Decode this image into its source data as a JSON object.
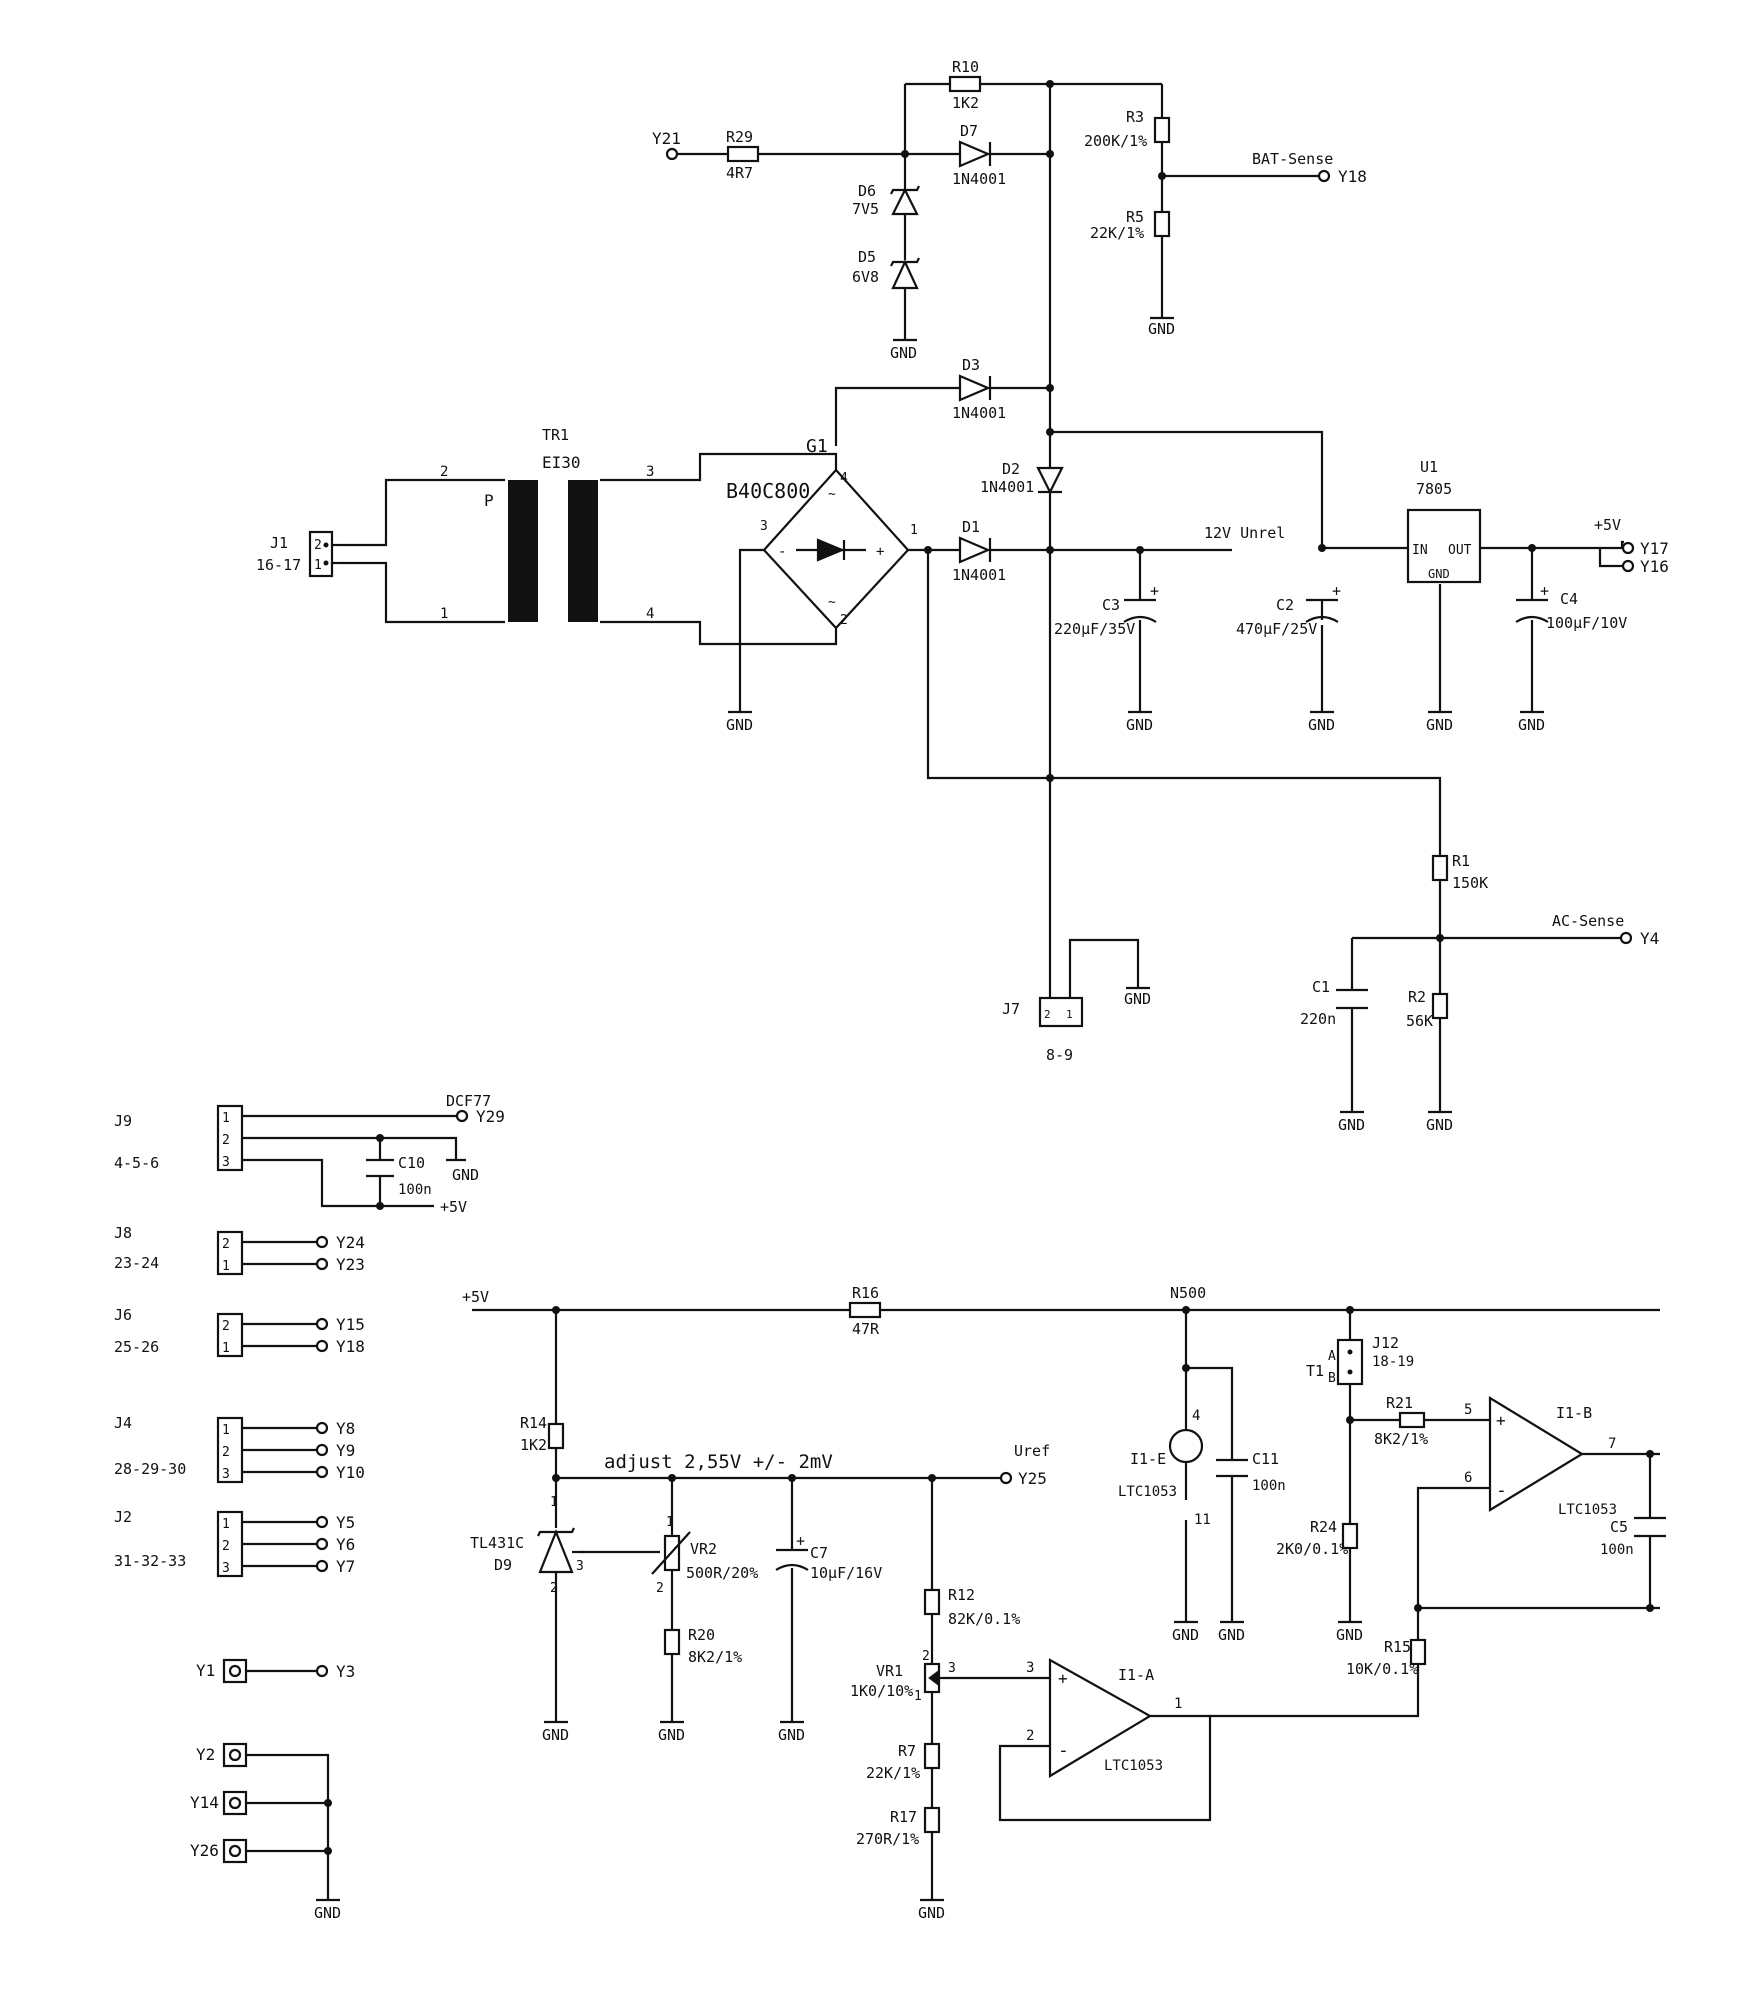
{
  "components": {
    "R10": {
      "ref": "R10",
      "value": "1K2"
    },
    "R29": {
      "ref": "R29",
      "value": "4R7"
    },
    "D7": {
      "ref": "D7",
      "value": "1N4001"
    },
    "D6": {
      "ref": "D6",
      "value": "7V5"
    },
    "D5": {
      "ref": "D5",
      "value": "6V8"
    },
    "R3": {
      "ref": "R3",
      "value": "200K/1%"
    },
    "R5": {
      "ref": "R5",
      "value": "22K/1%"
    },
    "D3": {
      "ref": "D3",
      "value": "1N4001"
    },
    "D2": {
      "ref": "D2",
      "value": "1N4001"
    },
    "D1": {
      "ref": "D1",
      "value": "1N4001"
    },
    "TR1": {
      "ref": "TR1",
      "value": "EI30"
    },
    "G1": {
      "ref": "G1",
      "value": "B40C800"
    },
    "J1": {
      "ref": "J1",
      "value": "16-17"
    },
    "C3": {
      "ref": "C3",
      "value": "220µF/35V"
    },
    "C2": {
      "ref": "C2",
      "value": "470µF/25V"
    },
    "U1": {
      "ref": "U1",
      "value": "7805",
      "in": "IN",
      "out": "OUT",
      "gnd": "GND"
    },
    "C4": {
      "ref": "C4",
      "value": "100µF/10V"
    },
    "R1": {
      "ref": "R1",
      "value": "150K"
    },
    "R2": {
      "ref": "R2",
      "value": "56K"
    },
    "C1": {
      "ref": "C1",
      "value": "220n"
    },
    "J7": {
      "ref": "J7",
      "value": "8-9"
    },
    "J9": {
      "ref": "J9",
      "value": "4-5-6"
    },
    "C10": {
      "ref": "C10",
      "value": "100n"
    },
    "J8": {
      "ref": "J8",
      "value": "23-24"
    },
    "J6": {
      "ref": "J6",
      "value": "25-26"
    },
    "J4": {
      "ref": "J4",
      "value": "28-29-30"
    },
    "J2": {
      "ref": "J2",
      "value": "31-32-33"
    },
    "R16": {
      "ref": "R16",
      "value": "47R"
    },
    "R14": {
      "ref": "R14",
      "value": "1K2"
    },
    "D9": {
      "ref": "D9",
      "value": "TL431C"
    },
    "VR2": {
      "ref": "VR2",
      "value": "500R/20%"
    },
    "R20": {
      "ref": "R20",
      "value": "8K2/1%"
    },
    "C7": {
      "ref": "C7",
      "value": "10µF/16V"
    },
    "R12": {
      "ref": "R12",
      "value": "82K/0.1%"
    },
    "VR1": {
      "ref": "VR1",
      "value": "1K0/10%"
    },
    "R7": {
      "ref": "R7",
      "value": "22K/1%"
    },
    "R17": {
      "ref": "R17",
      "value": "270R/1%"
    },
    "I1A": {
      "ref": "I1-A",
      "value": "LTC1053"
    },
    "I1B": {
      "ref": "I1-B",
      "value": "LTC1053"
    },
    "I1E": {
      "ref": "I1-E",
      "value": "LTC1053"
    },
    "C11": {
      "ref": "C11",
      "value": "100n"
    },
    "T1": {
      "ref": "T1",
      "value": ""
    },
    "J12": {
      "ref": "J12",
      "value": "18-19"
    },
    "R21": {
      "ref": "R21",
      "value": "8K2/1%"
    },
    "R24": {
      "ref": "R24",
      "value": "2K0/0.1%"
    },
    "R15": {
      "ref": "R15",
      "value": "10K/0.1%"
    },
    "C5": {
      "ref": "C5",
      "value": "100n"
    }
  },
  "nets": {
    "gnd": "GND",
    "v5": "+5V",
    "bat_sense": "BAT-Sense",
    "ac_sense": "AC-Sense",
    "v12": "12V Unrel",
    "dcf77": "DCF77",
    "uref": "Uref",
    "n500": "N500",
    "adjust": "adjust 2,55V +/- 2mV"
  },
  "ports": {
    "Y21": "Y21",
    "Y18a": "Y18",
    "Y17": "Y17",
    "Y16": "Y16",
    "Y4": "Y4",
    "Y29": "Y29",
    "Y24": "Y24",
    "Y23": "Y23",
    "Y15": "Y15",
    "Y18b": "Y18",
    "Y8": "Y8",
    "Y9": "Y9",
    "Y10": "Y10",
    "Y5": "Y5",
    "Y6": "Y6",
    "Y7": "Y7",
    "Y1": "Y1",
    "Y3": "Y3",
    "Y2": "Y2",
    "Y14": "Y14",
    "Y26": "Y26",
    "Y25": "Y25"
  },
  "pins": {
    "n1": "1",
    "n2": "2",
    "n3": "3",
    "n4": "4",
    "n5": "5",
    "n6": "6",
    "n7": "7",
    "n11": "11",
    "P": "P",
    "A": "A",
    "B": "B",
    "plus": "+",
    "minus": "-",
    "tilde": "~"
  }
}
